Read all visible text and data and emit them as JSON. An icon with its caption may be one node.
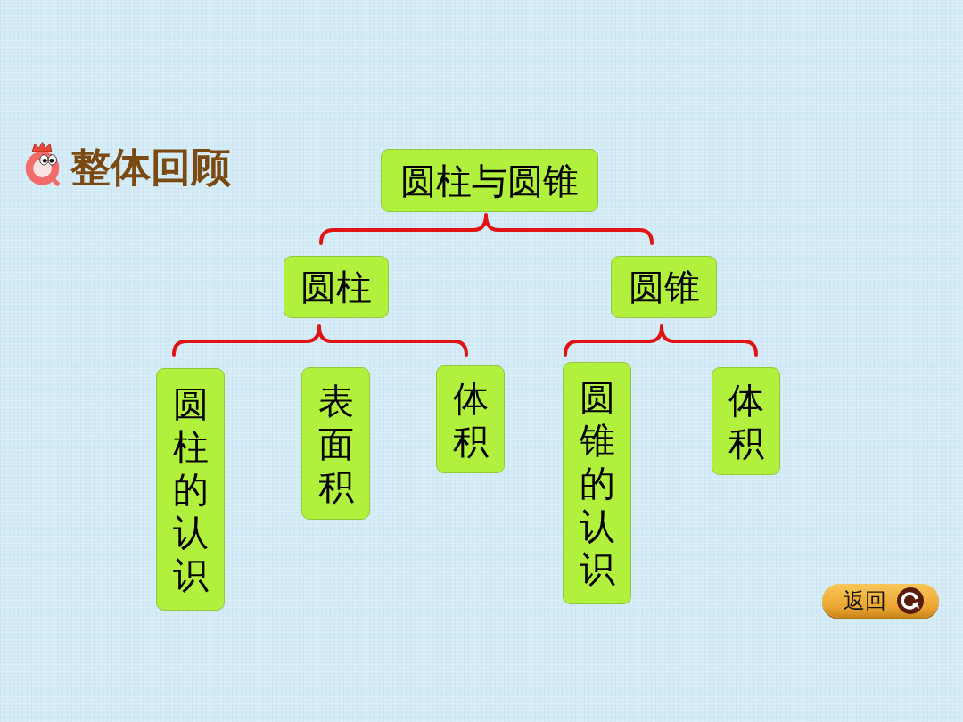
{
  "diagram": {
    "title": "整体回顾",
    "nodes": [
      {
        "text": [
          "圆柱与圆锥"
        ]
      },
      {
        "text": [
          "圆柱"
        ]
      },
      {
        "text": [
          "圆锥"
        ]
      },
      {
        "text": [
          "圆柱的认识"
        ]
      },
      {
        "text": [
          "表面积"
        ]
      },
      {
        "text": [
          "体积"
        ]
      },
      {
        "text": [
          "圆锥的认识"
        ]
      },
      {
        "text": [
          "体积"
        ]
      }
    ],
    "labels": [
      "返回"
    ]
  }
}
